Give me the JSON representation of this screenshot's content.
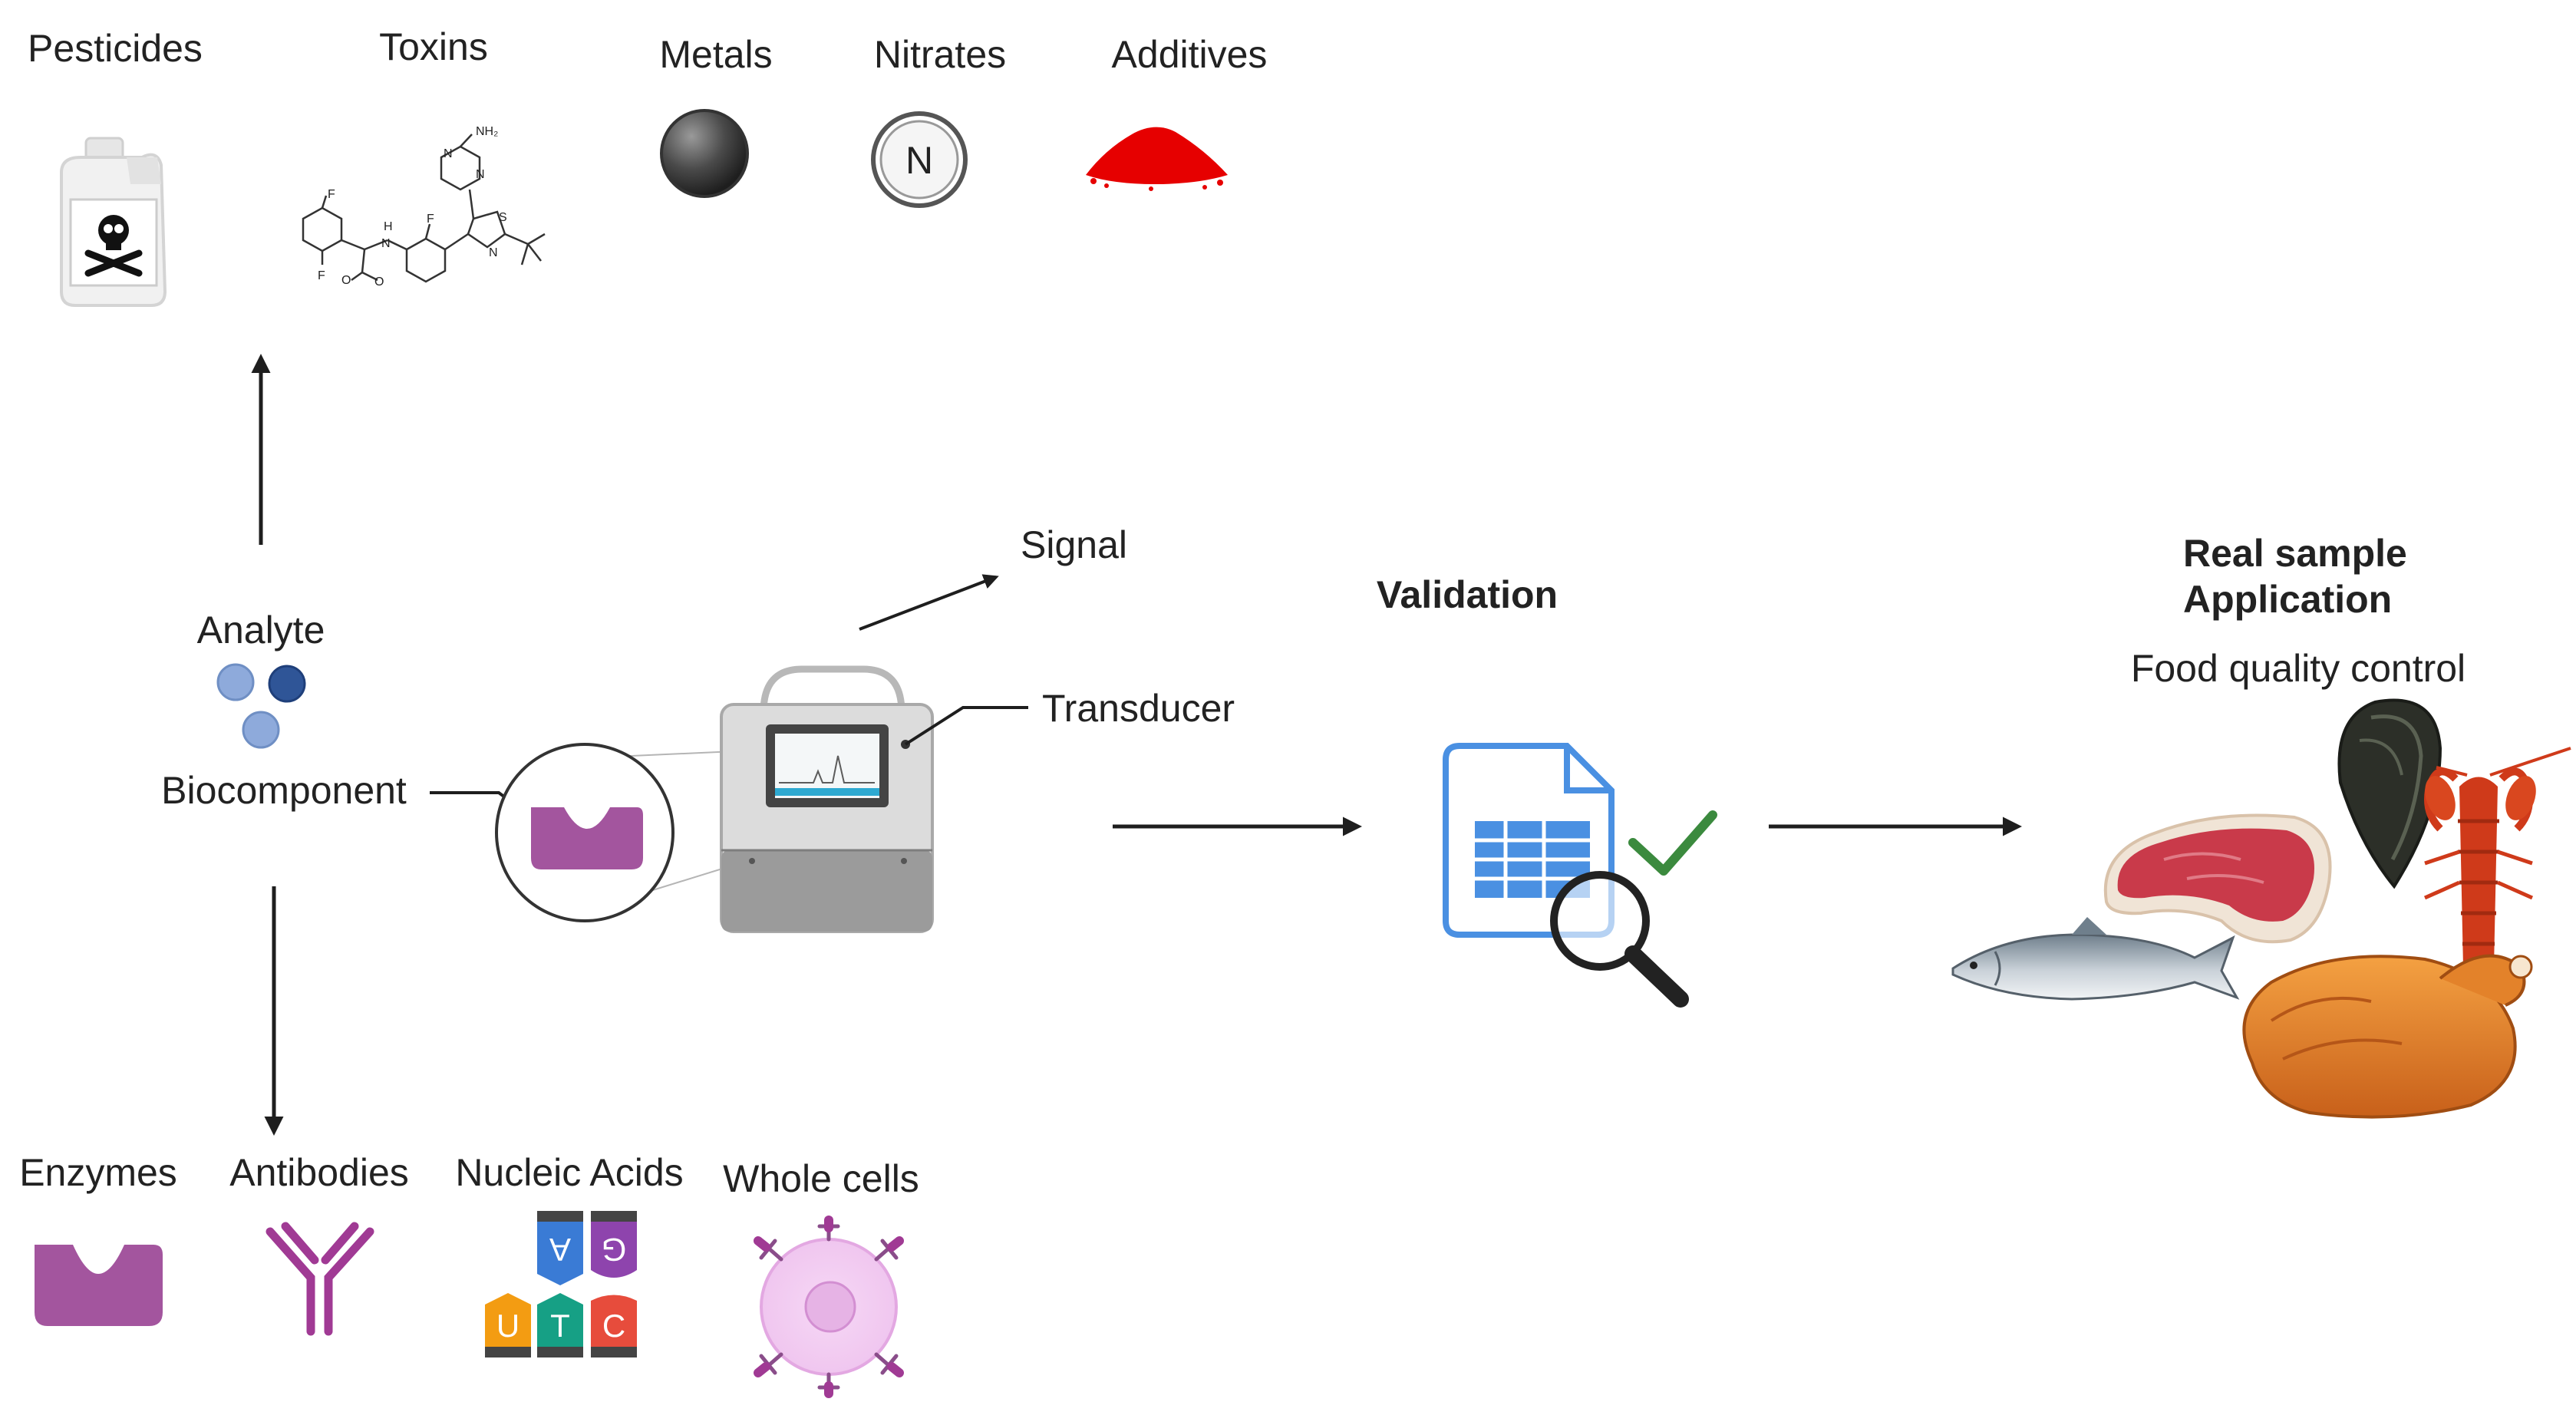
{
  "analytes": {
    "pesticides": "Pesticides",
    "toxins": "Toxins",
    "metals": "Metals",
    "nitrates": "Nitrates",
    "additives": "Additives",
    "nitrate_symbol": "N"
  },
  "molecule": {
    "nh2": "NH₂",
    "n": "N",
    "s": "S",
    "f": "F",
    "o": "O",
    "h": "H"
  },
  "biosensor": {
    "analyte": "Analyte",
    "biocomponent": "Biocomponent",
    "signal": "Signal",
    "transducer": "Transducer"
  },
  "biocomponents": {
    "enzymes": "Enzymes",
    "antibodies": "Antibodies",
    "nucleic_acids": "Nucleic Acids",
    "whole_cells": "Whole cells",
    "bases": [
      "U",
      "A",
      "T",
      "G",
      "C"
    ]
  },
  "validation": {
    "title": "Validation"
  },
  "application": {
    "title_line1": "Real sample",
    "title_line2": "Application",
    "subtitle": "Food quality control"
  },
  "colors": {
    "arrow": "#1e1e1e",
    "enzyme": "#a3559e",
    "antibody": "#a03a94",
    "additive": "#e60000",
    "analyte_light": "#8eaadb",
    "analyte_dark": "#2f5597",
    "doc_blue": "#4a90e2",
    "check_green": "#3b8a3e",
    "base_orange": "#f39c12",
    "base_blue": "#3a7bd5",
    "base_teal": "#16a085",
    "base_purple": "#8e44ad",
    "base_red": "#e74c3c"
  }
}
